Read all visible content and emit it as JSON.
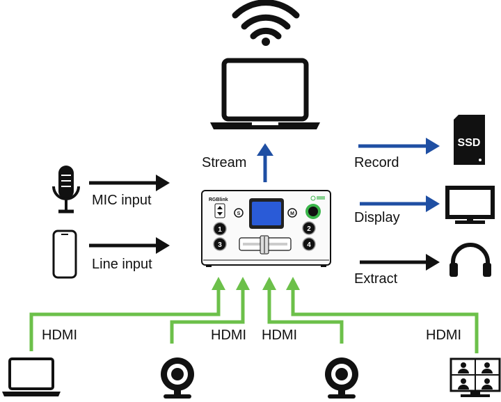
{
  "labels": {
    "stream": "Stream",
    "record": "Record",
    "display": "Display",
    "extract": "Extract",
    "mic_input": "MIC input",
    "line_input": "Line input",
    "hdmi_1": "HDMI",
    "hdmi_2": "HDMI",
    "hdmi_3": "HDMI",
    "hdmi_4": "HDMI",
    "ssd": "SSD"
  },
  "device": {
    "brand": "RGBlink",
    "buttons": [
      "1",
      "2",
      "3",
      "4"
    ],
    "s_key": "S",
    "m_key": "M"
  },
  "colors": {
    "blue_arrow": "#1f4fa3",
    "black_arrow": "#111111",
    "green_line": "#6cc04a",
    "screen_blue": "#2a5bd7",
    "knob_green": "#3ab54a"
  },
  "icons": [
    "wifi-icon",
    "laptop-icon",
    "microphone-icon",
    "phone-icon",
    "ssd-icon",
    "monitor-icon",
    "headphones-icon",
    "webcam-icon",
    "video-conference-icon"
  ]
}
